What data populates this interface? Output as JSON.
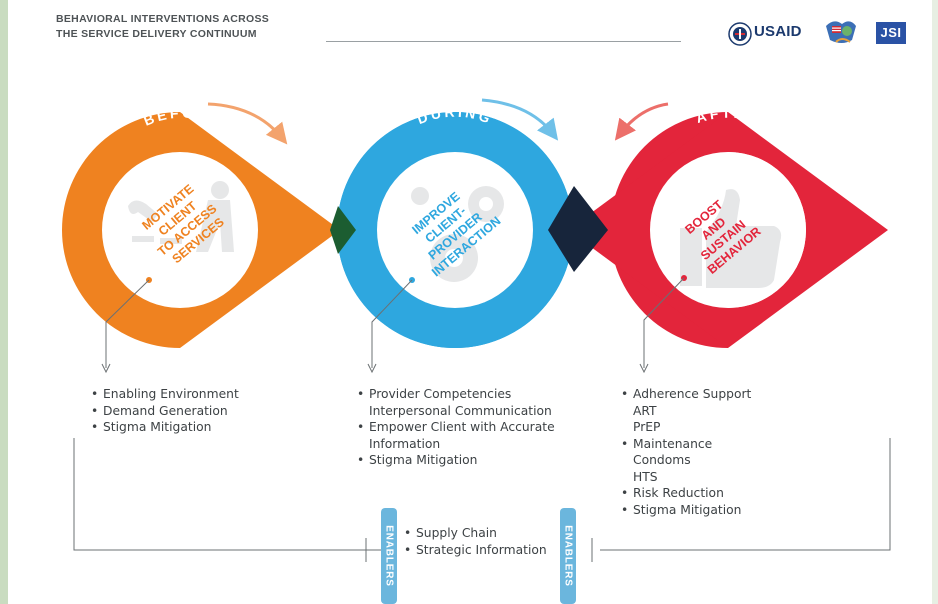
{
  "header": {
    "line1": "BEHAVIORAL INTERVENTIONS ACROSS",
    "line2": "THE SERVICE DELIVERY CONTINUUM"
  },
  "logos": {
    "usaid": "USAID",
    "jsi": "JSI"
  },
  "phases": [
    {
      "title": "BEFORE",
      "center": [
        "MOTIVATE",
        "CLIENT",
        "TO ACCESS",
        "SERVICES"
      ],
      "items": [
        "Enabling Environment",
        "Demand Generation",
        "Stigma Mitigation"
      ]
    },
    {
      "title": "DURING",
      "center": [
        "IMPROVE",
        "CLIENT-",
        "PROVIDER",
        "INTERACTION"
      ],
      "items": [
        {
          "text": "Provider Competencies",
          "sub": [
            "Interpersonal Communication"
          ]
        },
        {
          "text": "Empower Client with Accurate",
          "sub": [
            "Information"
          ]
        },
        {
          "text": "Stigma Mitigation",
          "sub": []
        }
      ]
    },
    {
      "title": "AFTER",
      "center": [
        "BOOST",
        "AND",
        "SUSTAIN",
        "BEHAVIOR"
      ],
      "items": [
        {
          "text": "Adherence Support",
          "sub": [
            "ART",
            "PrEP"
          ]
        },
        {
          "text": "Maintenance",
          "sub": [
            "Condoms",
            "HTS"
          ]
        },
        {
          "text": "Risk Reduction",
          "sub": []
        },
        {
          "text": "Stigma Mitigation",
          "sub": []
        }
      ]
    }
  ],
  "enablers": {
    "label": "ENABLERS",
    "items": [
      "Supply Chain",
      "Strategic Information"
    ]
  },
  "colors": {
    "before": "#ef8220",
    "during": "#2ea7df",
    "after": "#e3253b",
    "overlap_left": "#1c5d31",
    "overlap_right": "#17253b",
    "text": "#3d4245",
    "enabler": "#6bb6dd"
  }
}
